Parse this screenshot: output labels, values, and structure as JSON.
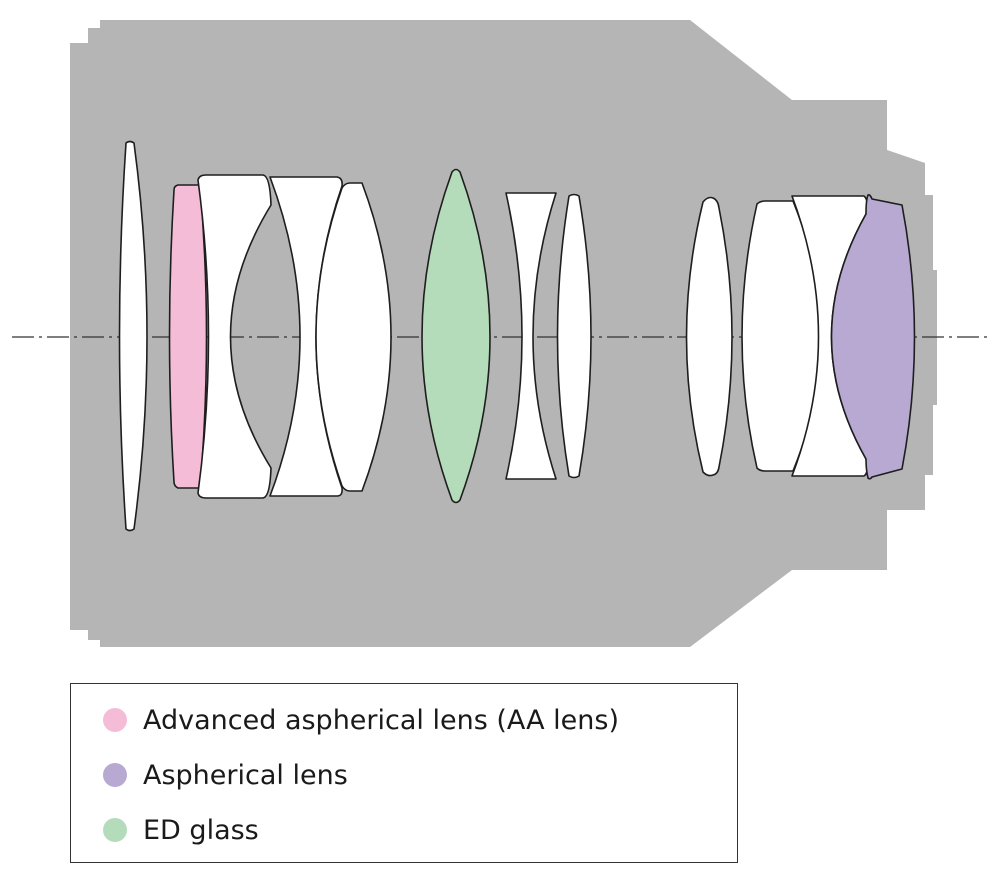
{
  "colors": {
    "barrel": "#b5b5b5",
    "lens_plain": "#ffffff",
    "aa_lens": "#f4bcd6",
    "aspherical": "#b8a9d2",
    "ed_glass": "#b5dcba",
    "axis": "#333333"
  },
  "lens_elements": [
    {
      "type": "plain"
    },
    {
      "type": "aa_lens"
    },
    {
      "type": "plain"
    },
    {
      "type": "plain"
    },
    {
      "type": "plain"
    },
    {
      "type": "ed_glass"
    },
    {
      "type": "plain"
    },
    {
      "type": "plain"
    },
    {
      "type": "plain"
    },
    {
      "type": "plain"
    },
    {
      "type": "plain"
    },
    {
      "type": "aspherical"
    }
  ],
  "legend": {
    "items": [
      {
        "label": "Advanced aspherical lens (AA lens)",
        "color": "#f4bcd6"
      },
      {
        "label": "Aspherical lens",
        "color": "#b8a9d2"
      },
      {
        "label": "ED glass",
        "color": "#b5dcba"
      }
    ]
  }
}
